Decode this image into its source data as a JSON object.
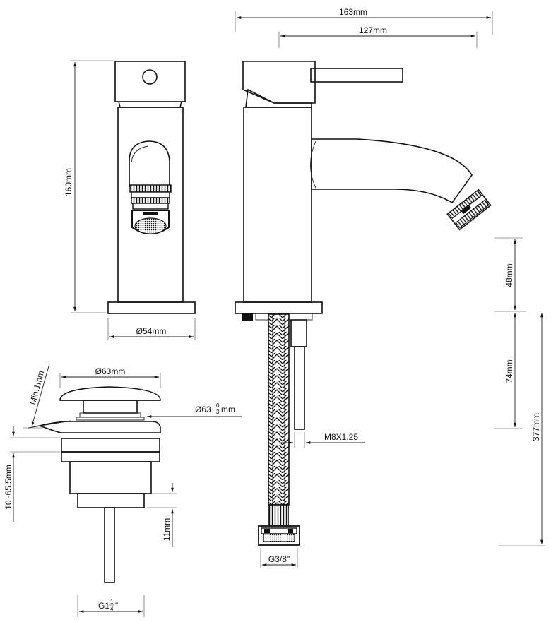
{
  "dimensions": {
    "total_length": "163mm",
    "spout_reach": "127mm",
    "height": "160mm",
    "base_diameter": "Ø54mm",
    "spout_clearance": "48mm",
    "shank_length": "74mm",
    "hose_length": "377mm",
    "stud_thread": "M8X1.25",
    "hose_connection": "G3/8\"",
    "waste_cap_diameter": "Ø63mm",
    "waste_flange_diameter": "Ø63",
    "waste_flange_tolerance_top": "0",
    "waste_flange_tolerance_bottom": "3",
    "waste_flange_unit": "mm",
    "waste_min_gap": "Min.1mm",
    "waste_range": "10~65.5mm",
    "waste_thread_length": "11mm",
    "waste_thread": "G1",
    "waste_thread_numerator": "1",
    "waste_thread_denominator": "4",
    "waste_thread_inch": "\""
  }
}
